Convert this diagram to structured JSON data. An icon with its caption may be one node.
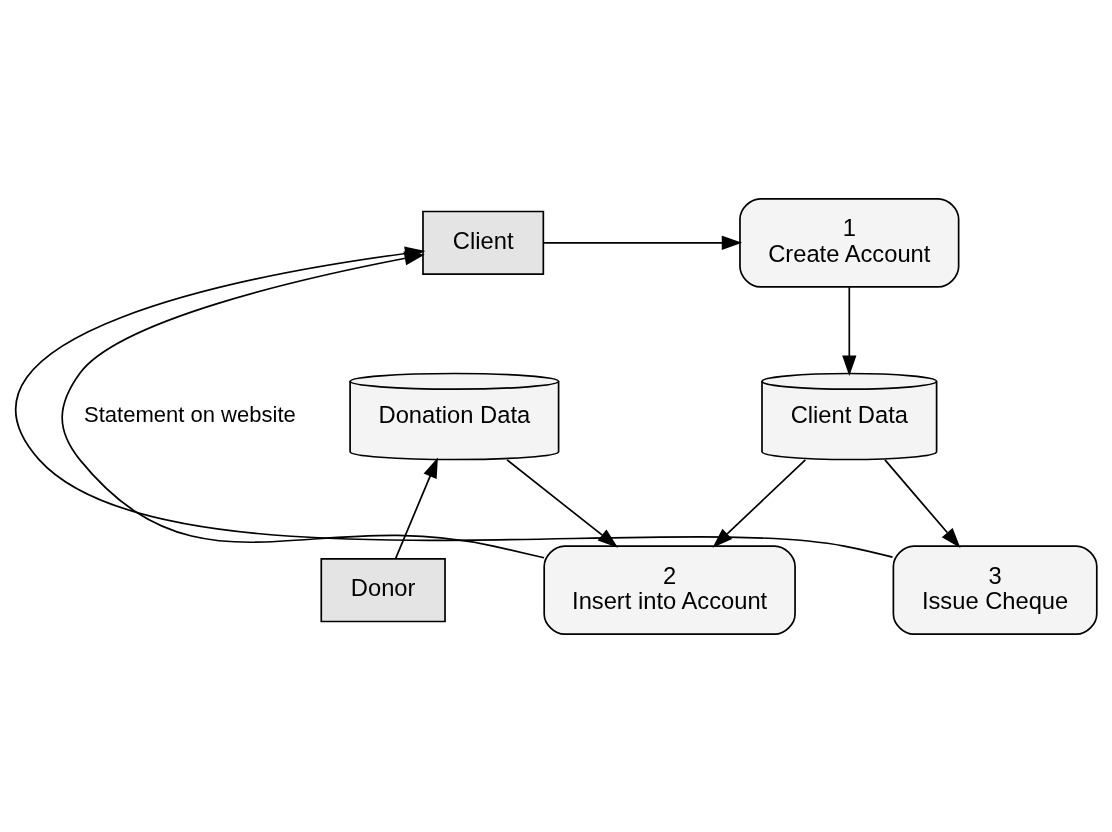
{
  "diagram": {
    "nodes": [
      {
        "text": [
          "Client"
        ]
      },
      {
        "text": [
          "1",
          "Create Account"
        ]
      },
      {
        "text": [
          "Client Data"
        ]
      },
      {
        "text": [
          "Donation Data"
        ]
      },
      {
        "text": [
          "3",
          "Issue Cheque"
        ]
      },
      {
        "text": [
          "2",
          "Insert into Account"
        ]
      },
      {
        "text": [
          "Donor"
        ]
      }
    ],
    "edges": [
      {
        "from": 0,
        "to": 1,
        "arrow": "to"
      },
      {
        "from": 1,
        "to": 2,
        "arrow": "to"
      },
      {
        "from": 2,
        "to": 4,
        "arrow": "to"
      },
      {
        "from": 2,
        "to": 5,
        "arrow": "to"
      },
      {
        "from": 3,
        "to": 5,
        "arrow": "to"
      },
      {
        "from": 6,
        "to": 3,
        "arrow": "to"
      },
      {
        "from": 4,
        "to": 0,
        "arrow": "to"
      },
      {
        "from": 5,
        "to": 0,
        "arrow": "to",
        "label": "Statement on website"
      }
    ]
  }
}
